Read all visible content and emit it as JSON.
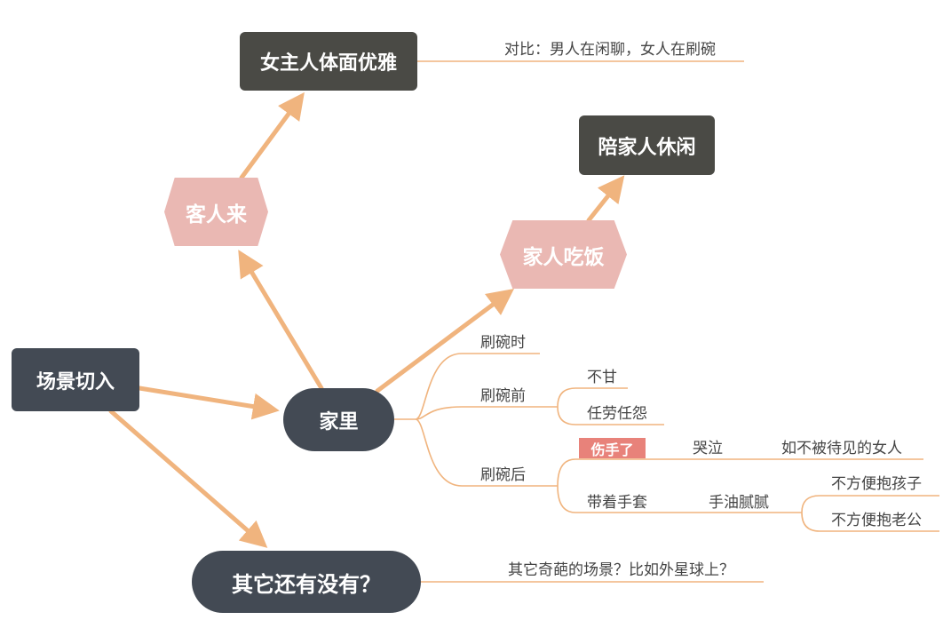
{
  "colors": {
    "connector": "#f0b47e",
    "dark_node": "#4a4a45",
    "slate_node": "#434a54",
    "hex_node": "#eab8b3",
    "tag": "#e8827a"
  },
  "root": {
    "label": "场景切入"
  },
  "home": {
    "label": "家里"
  },
  "other": {
    "label": "其它还有没有？",
    "note": "其它奇葩的场景？比如外星球上？"
  },
  "guests": {
    "label": "客人来",
    "child": {
      "label": "女主人体面优雅",
      "note": "对比：男人在闲聊，女人在刷碗"
    }
  },
  "family_meal": {
    "label": "家人吃饭",
    "child": {
      "label": "陪家人休闲"
    }
  },
  "dishes": {
    "during": {
      "label": "刷碗时"
    },
    "before": {
      "label": "刷碗前",
      "children": [
        "不甘",
        "任劳任怨"
      ]
    },
    "after": {
      "label": "刷碗后",
      "hurt": {
        "label": "伤手了",
        "child": "哭泣",
        "grandchild": "如不被待见的女人"
      },
      "gloves": {
        "label": "带着手套",
        "child": "手油腻腻",
        "grandchildren": [
          "不方便抱孩子",
          "不方便抱老公"
        ]
      }
    }
  }
}
